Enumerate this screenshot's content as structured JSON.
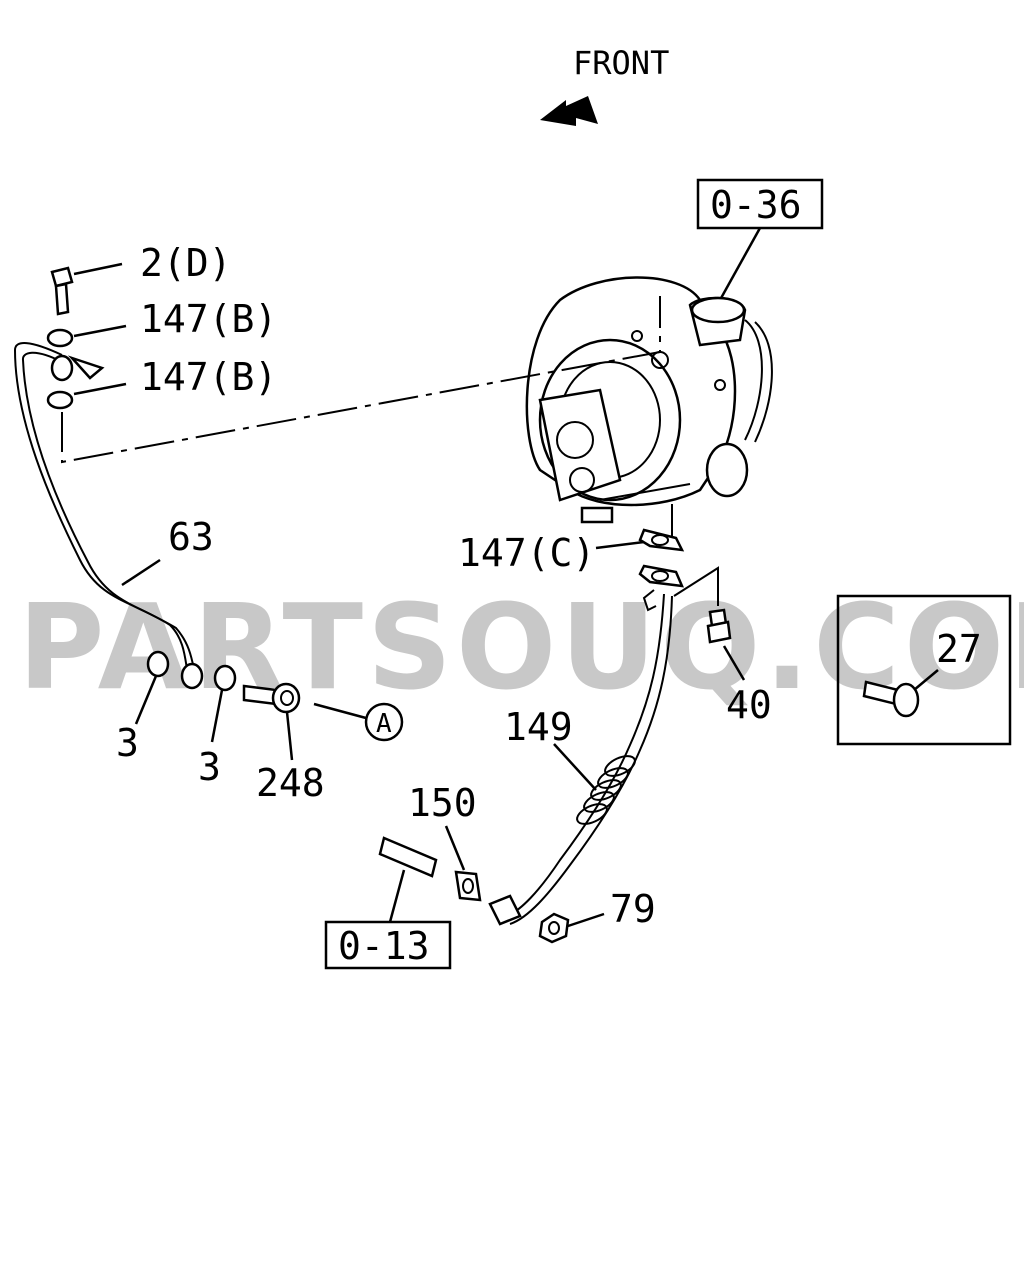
{
  "watermark": "PARTSOUQ.COM",
  "direction_label": "FRONT",
  "references": {
    "ref_turbo": "0-36",
    "ref_stud": "0-13",
    "ref_circle": "A"
  },
  "callouts": {
    "c_2d": "2(D)",
    "c_147b_upper": "147(B)",
    "c_147b_lower": "147(B)",
    "c_63": "63",
    "c_147c": "147(C)",
    "c_3_left": "3",
    "c_3_right": "3",
    "c_248": "248",
    "c_149": "149",
    "c_40": "40",
    "c_27": "27",
    "c_150": "150",
    "c_79": "79"
  }
}
